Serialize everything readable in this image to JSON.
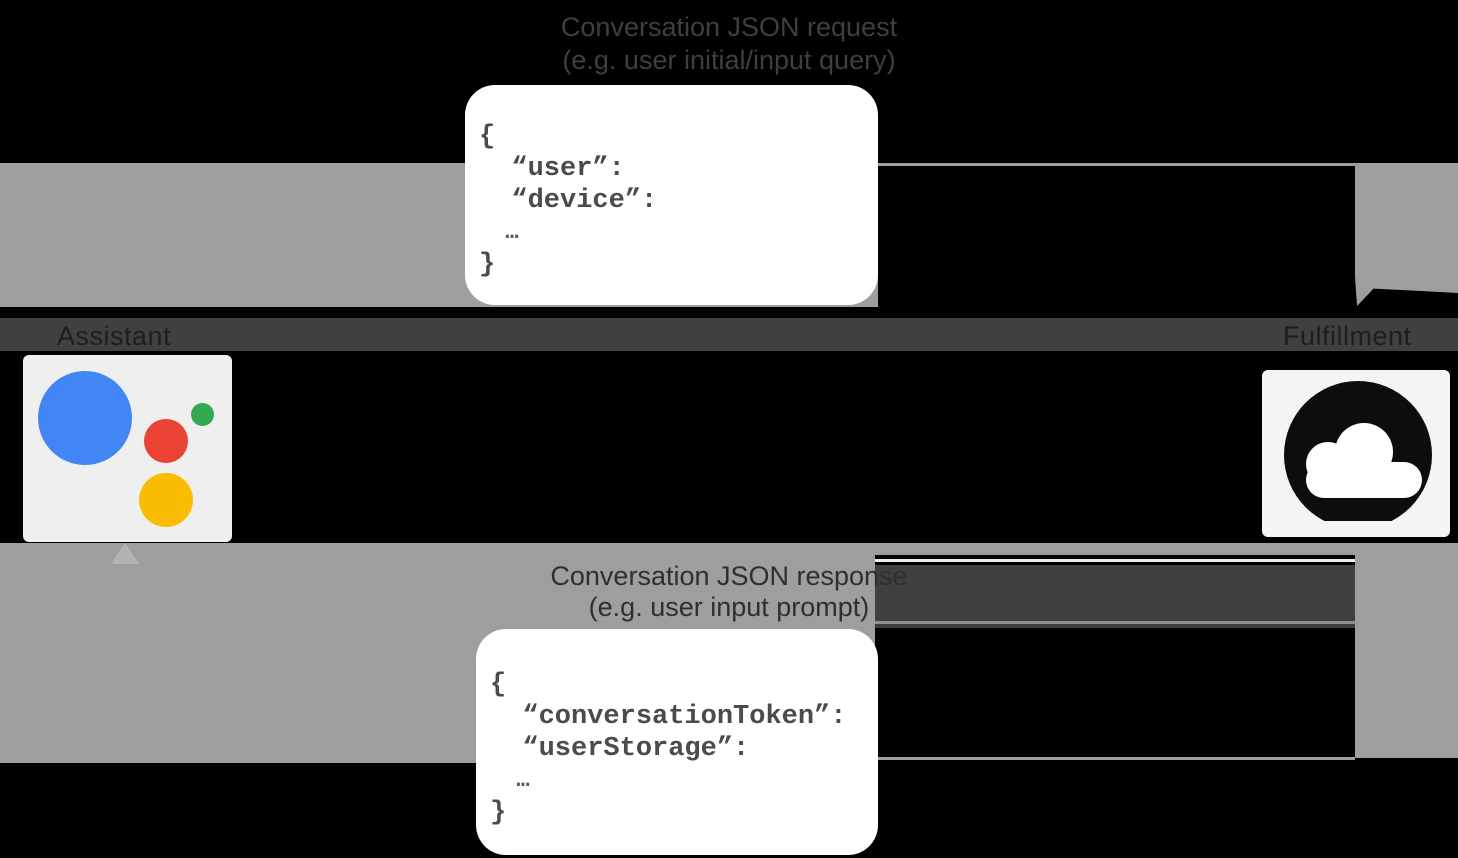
{
  "request_flow": {
    "caption_line1": "Conversation JSON request",
    "caption_line2": "(e.g. user initial/input query)",
    "code": [
      "{",
      "  “user”:",
      "  “device”:",
      "  …",
      "}"
    ]
  },
  "response_flow": {
    "caption_line1": "Conversation JSON response",
    "caption_line2": "(e.g. user input prompt)",
    "code": [
      "{",
      "  “conversationToken”:",
      "  “userStorage”:",
      "  …",
      "}"
    ]
  },
  "entities": {
    "assistant_label": "Assistant",
    "fulfillment_label": "Fulfillment"
  },
  "colors": {
    "flow_band_gray": "#9e9e9e",
    "entity_band_dark": "#404040",
    "assistant_blue": "#4285f4",
    "assistant_red": "#ea4335",
    "assistant_yellow": "#fbbc04",
    "assistant_green": "#34a853",
    "cloud_glyph_black": "#0d0d0d"
  }
}
